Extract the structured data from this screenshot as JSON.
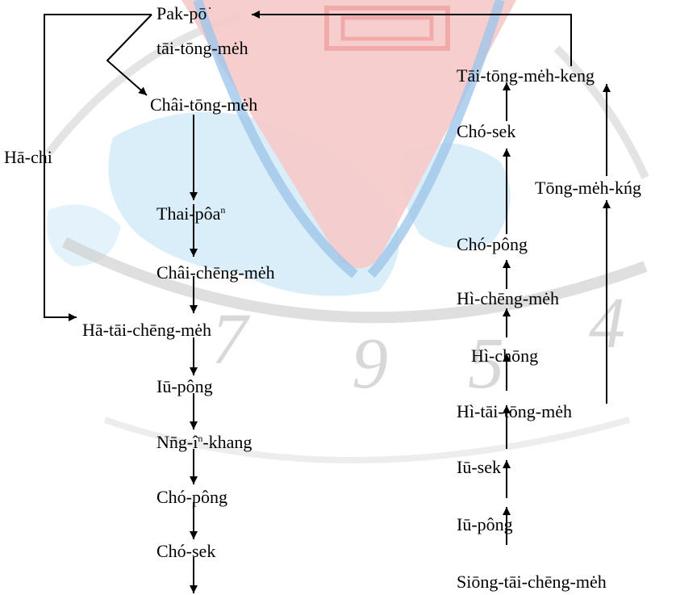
{
  "diagram": {
    "top": {
      "line1": "Pak-pō͘",
      "line2": "tāi-tōng-mėh"
    },
    "branch_label": "Hā-chi",
    "left_chain": {
      "chai_tong_meh": "Châi-tōng-mėh",
      "thai_poa": "Thai-pôa",
      "thai_poa_sup": "n",
      "chai_cheng_meh": "Châi-chēng-mėh",
      "ha_tai_cheng_meh": "Hā-tāi-chēng-mėh",
      "iu_pong": "Iū-pông",
      "nng_in_khang": "Nn̄g-î",
      "nng_in_khang_sup": "n",
      "nng_in_khang_tail": "-khang",
      "cho_pong": "Chó-pông",
      "cho_sek": "Chó-sek"
    },
    "right_chain": {
      "tai_tong_meh_keng": "Tāi-tōng-mėh-keng",
      "cho_sek": "Chó-sek",
      "tong_meh_kng": "Tōng-mėh-kńg",
      "cho_pong": "Chó-pông",
      "hi_cheng_meh": "Hì-chēng-mėh",
      "hi_chong": "Hì-chōng",
      "hi_tai_tong_meh": "Hì-tāi-tōng-mėh",
      "iu_sek": "Iū-sek",
      "iu_pong": "Iū-pông",
      "siong_tai_cheng_meh": "Siōng-tāi-chēng-mėh"
    },
    "watermark": {
      "digits": [
        "7",
        "9",
        "5",
        "4"
      ],
      "colors": {
        "red": "#f5b8b8",
        "blue": "#bfe0f5",
        "gray": "#d8d8d8"
      }
    }
  }
}
